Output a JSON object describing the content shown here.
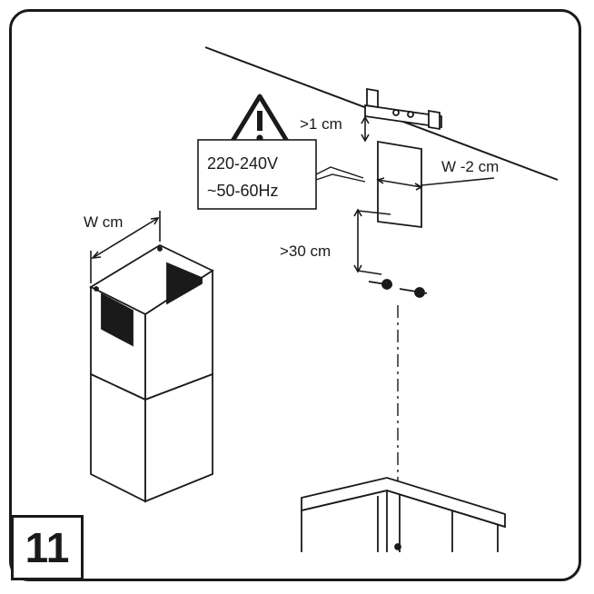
{
  "step": {
    "number": "11"
  },
  "labels": {
    "gap_top": ">1 cm",
    "voltage": "220-240V",
    "frequency": "~50-60Hz",
    "width_minus": "W -2 cm",
    "width": "W cm",
    "gap_bottom": ">30 cm"
  },
  "icons": {
    "warning": "warning-triangle-icon"
  },
  "colors": {
    "ink": "#1a1a1a",
    "background": "#ffffff"
  }
}
